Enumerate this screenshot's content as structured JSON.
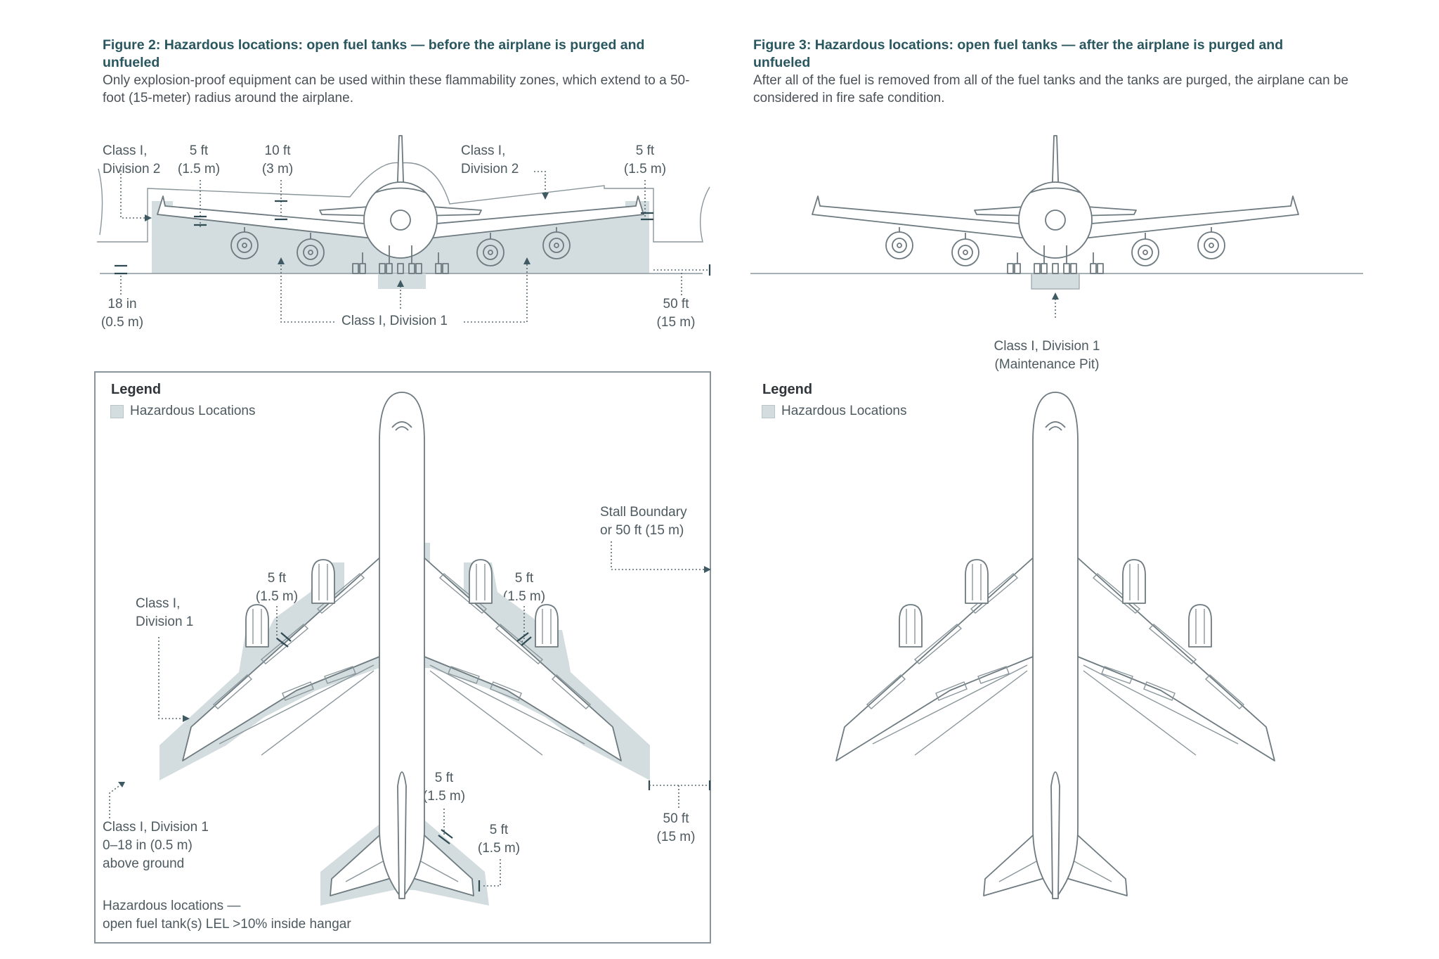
{
  "figure2": {
    "title": "Figure 2: Hazardous locations: open fuel tanks — before the airplane is purged and unfueled",
    "description": "Only explosion-proof equipment can be used within these flammability zones, which extend to a 50-foot (15-meter) radius around the airplane.",
    "front_labels": {
      "class1_div2_left": "Class I,\nDivision 2",
      "five_ft_left": "5 ft\n(1.5 m)",
      "ten_ft": "10 ft\n(3 m)",
      "class1_div2_right": "Class I,\nDivision 2",
      "five_ft_right": "5 ft\n(1.5 m)",
      "eighteen_in": "18 in\n(0.5 m)",
      "class1_div1": "Class I, Division 1",
      "fifty_ft": "50 ft\n(15 m)"
    },
    "plan_labels": {
      "legend_title": "Legend",
      "legend_item": "Hazardous Locations",
      "stall_boundary": "Stall Boundary\nor 50 ft (15 m)",
      "five_ft_wing_left": "5 ft\n(1.5 m)",
      "five_ft_wing_right": "5 ft\n(1.5 m)",
      "class1_div1": "Class I,\nDivision 1",
      "five_ft_tail_upper": "5 ft\n(1.5 m)",
      "five_ft_tail_lower": "5 ft\n(1.5 m)",
      "fifty_ft": "50 ft\n(15 m)",
      "class1_div1_ground": "Class I, Division 1\n0–18 in (0.5 m)\nabove ground",
      "hangar_note": "Hazardous locations —\nopen fuel tank(s) LEL >10% inside hangar"
    }
  },
  "figure3": {
    "title": "Figure 3: Hazardous locations: open fuel tanks — after the airplane is purged and unfueled",
    "description": "After all of the fuel is removed from all of the fuel tanks and the tanks are purged, the airplane can be considered in fire safe condition.",
    "front_labels": {
      "maintenance_pit": "Class I, Division 1\n(Maintenance Pit)"
    },
    "plan_labels": {
      "legend_title": "Legend",
      "legend_item": "Hazardous Locations"
    }
  },
  "colors": {
    "hazard_fill": "#d3dcde",
    "title_color": "#2a5660",
    "line_color": "#6d7a80"
  }
}
